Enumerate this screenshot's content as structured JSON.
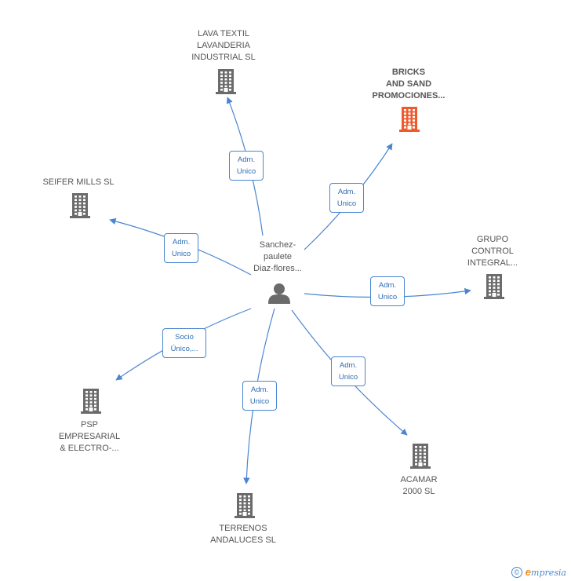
{
  "center": {
    "lines": [
      "Sanchez-",
      "paulete",
      "Diaz-flores..."
    ],
    "icon": "person-icon"
  },
  "nodes": [
    {
      "id": "lava",
      "lines": [
        "LAVA TEXTIL",
        "LAVANDERIA",
        "INDUSTRIAL SL"
      ],
      "icon": "building-icon",
      "highlight": false
    },
    {
      "id": "bricks",
      "lines": [
        "BRICKS",
        "AND SAND",
        "PROMOCIONES..."
      ],
      "icon": "building-icon",
      "highlight": true
    },
    {
      "id": "seifer",
      "lines": [
        "SEIFER MILLS SL"
      ],
      "icon": "building-icon",
      "highlight": false
    },
    {
      "id": "grupo",
      "lines": [
        "GRUPO",
        "CONTROL",
        "INTEGRAL..."
      ],
      "icon": "building-icon",
      "highlight": false
    },
    {
      "id": "psp",
      "lines": [
        "PSP",
        "EMPRESARIAL",
        "& ELECTRO-..."
      ],
      "icon": "building-icon",
      "highlight": false
    },
    {
      "id": "acamar",
      "lines": [
        "ACAMAR",
        "2000 SL"
      ],
      "icon": "building-icon",
      "highlight": false
    },
    {
      "id": "terrenos",
      "lines": [
        "TERRENOS",
        "ANDALUCES SL"
      ],
      "icon": "building-icon",
      "highlight": false
    }
  ],
  "edges": [
    {
      "to": "lava",
      "label": [
        "Adm.",
        "Unico"
      ]
    },
    {
      "to": "bricks",
      "label": [
        "Adm.",
        "Unico"
      ]
    },
    {
      "to": "seifer",
      "label": [
        "Adm.",
        "Unico"
      ]
    },
    {
      "to": "grupo",
      "label": [
        "Adm.",
        "Unico"
      ]
    },
    {
      "to": "psp",
      "label": [
        "Socio",
        "Único,..."
      ]
    },
    {
      "to": "acamar",
      "label": [
        "Adm.",
        "Unico"
      ]
    },
    {
      "to": "terrenos",
      "label": [
        "Adm.",
        "Unico"
      ]
    }
  ],
  "colors": {
    "edge": "#4a86d0",
    "building": "#6b6b6b",
    "highlight": "#f05a2a",
    "person": "#6b6b6b"
  },
  "footer": {
    "symbol": "©",
    "brand_first": "e",
    "brand_rest": "mpresia"
  }
}
